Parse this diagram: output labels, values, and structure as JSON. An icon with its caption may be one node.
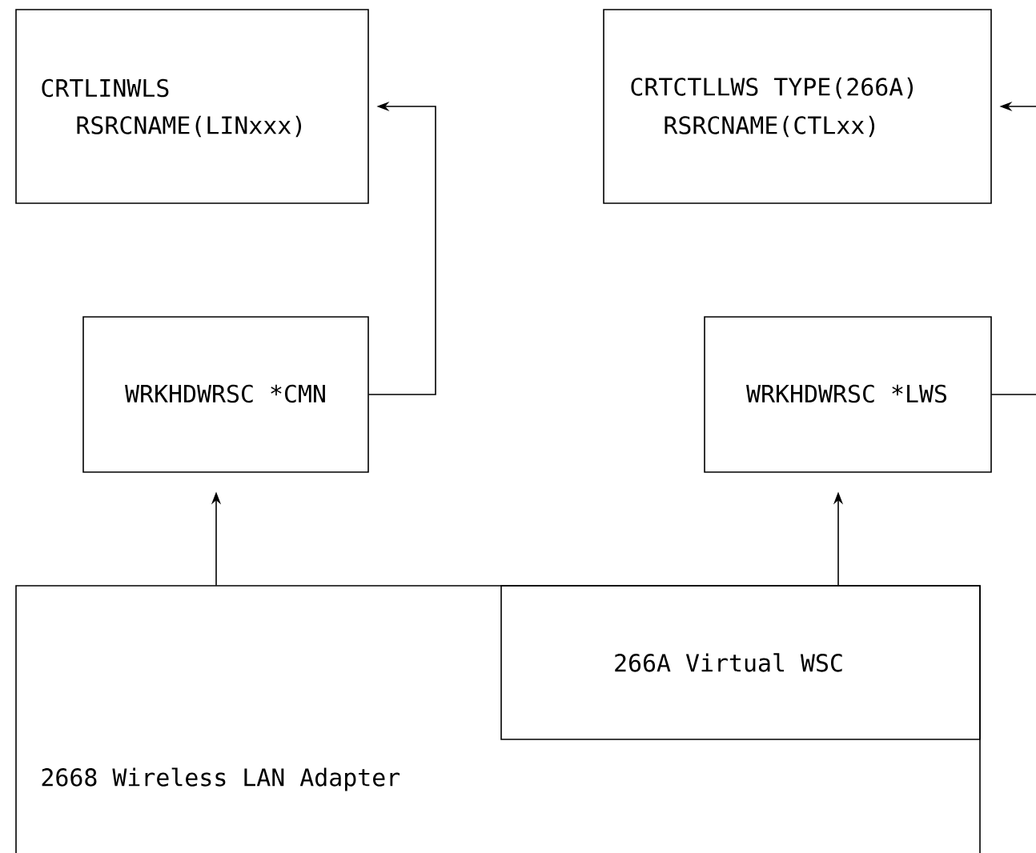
{
  "diagram": {
    "nodes": [
      {
        "text": [
          "CRTLINWLS",
          "RSRCNAME(LINxxx)"
        ]
      },
      {
        "text": [
          "CRTCTLLWS TYPE(266A)",
          "RSRCNAME(CTLxx)"
        ]
      },
      {
        "text": [
          "WRKHDWRSC *CMN"
        ]
      },
      {
        "text": [
          "WRKHDWRSC *LWS"
        ]
      },
      {
        "text": [
          "2668 Wireless LAN Adapter"
        ]
      },
      {
        "text": [
          "266A Virtual WSC"
        ],
        "in": 4
      }
    ],
    "edges": [
      {
        "from": 4,
        "to": 2,
        "arrow": "to"
      },
      {
        "from": 5,
        "to": 3,
        "arrow": "to"
      },
      {
        "from": 2,
        "to": 0,
        "arrow": "to"
      },
      {
        "from": 3,
        "to": 1,
        "arrow": "to"
      }
    ]
  }
}
